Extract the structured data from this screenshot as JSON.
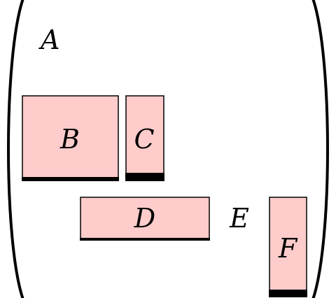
{
  "colors": {
    "block_fill": "#ffcccc",
    "block_stroke": "#000000",
    "bar": "#000000",
    "bracket": "#000000"
  },
  "labels": {
    "a": "A",
    "b": "B",
    "c": "C",
    "d": "D",
    "e": "E",
    "f": "F"
  }
}
